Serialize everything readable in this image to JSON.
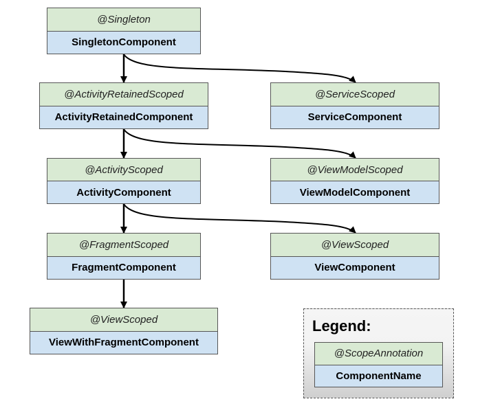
{
  "nodes": [
    {
      "scope": "@Singleton",
      "component": "SingletonComponent"
    },
    {
      "scope": "@ActivityRetainedScoped",
      "component": "ActivityRetainedComponent"
    },
    {
      "scope": "@ServiceScoped",
      "component": "ServiceComponent"
    },
    {
      "scope": "@ActivityScoped",
      "component": "ActivityComponent"
    },
    {
      "scope": "@ViewModelScoped",
      "component": "ViewModelComponent"
    },
    {
      "scope": "@FragmentScoped",
      "component": "FragmentComponent"
    },
    {
      "scope": "@ViewScoped",
      "component": "ViewComponent"
    },
    {
      "scope": "@ViewScoped",
      "component": "ViewWithFragmentComponent"
    }
  ],
  "edges": [
    {
      "from": "SingletonComponent",
      "to": "ActivityRetainedComponent"
    },
    {
      "from": "SingletonComponent",
      "to": "ServiceComponent"
    },
    {
      "from": "ActivityRetainedComponent",
      "to": "ActivityComponent"
    },
    {
      "from": "ActivityRetainedComponent",
      "to": "ViewModelComponent"
    },
    {
      "from": "ActivityComponent",
      "to": "FragmentComponent"
    },
    {
      "from": "ActivityComponent",
      "to": "ViewComponent"
    },
    {
      "from": "FragmentComponent",
      "to": "ViewWithFragmentComponent"
    }
  ],
  "legend": {
    "title": "Legend:",
    "scope": "@ScopeAnnotation",
    "component": "ComponentName"
  },
  "colors": {
    "scope_fill": "#d9ead3",
    "component_fill": "#cfe2f3",
    "border": "#555555",
    "arrow": "#000000"
  }
}
